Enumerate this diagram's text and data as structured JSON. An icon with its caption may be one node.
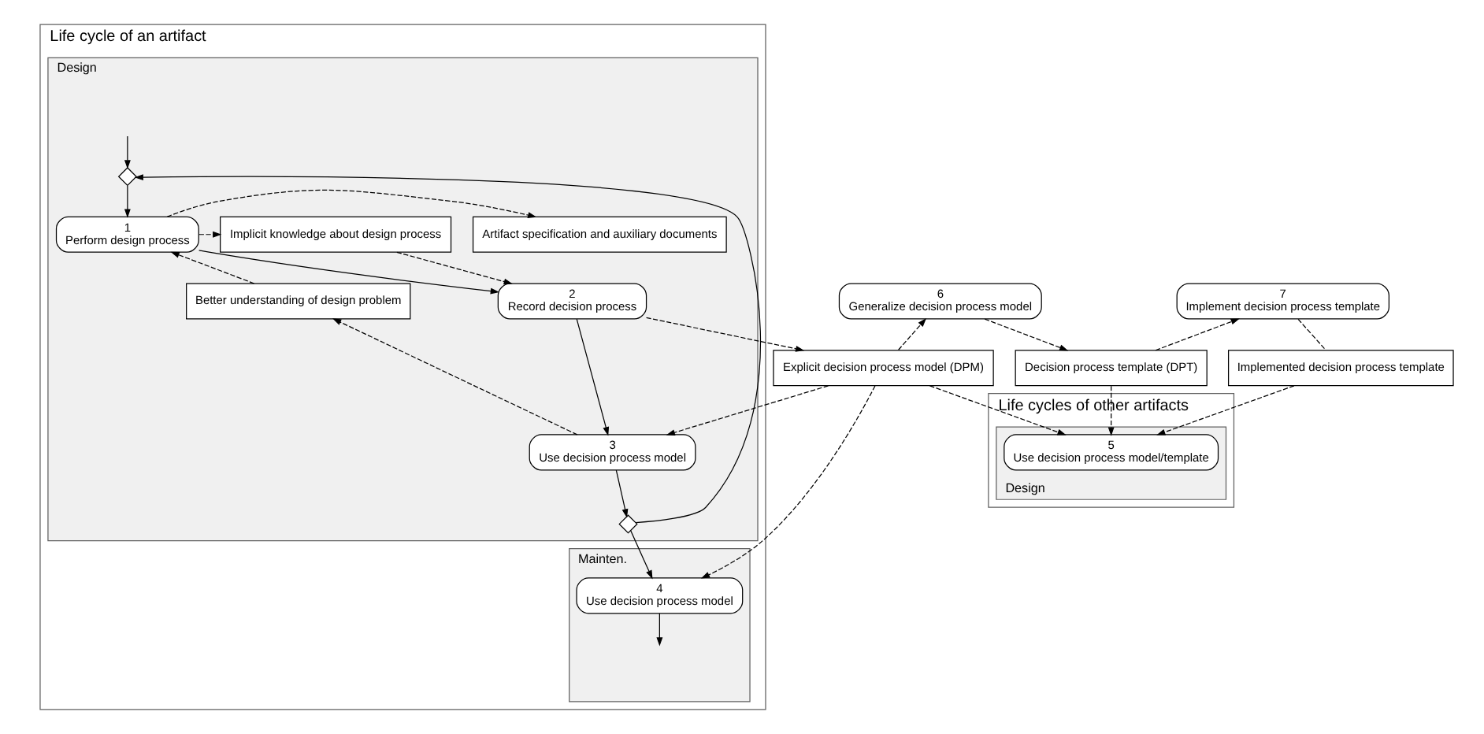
{
  "diagram": {
    "nodes": [
      {
        "text": [
          "Life cycle of an artifact"
        ]
      },
      {
        "text": [
          "Design"
        ],
        "in": 0
      },
      {
        "text": [
          "Mainten."
        ],
        "in": 0
      },
      {
        "text": [],
        "shape": "diamond",
        "in": 1
      },
      {
        "text": [
          "Artifact specification and auxiliary documents"
        ],
        "in": 1
      },
      {
        "text": [
          "1",
          "Perform design process"
        ],
        "in": 1
      },
      {
        "text": [
          "Implicit knowledge about design process"
        ],
        "in": 1
      },
      {
        "text": [
          "Better understanding of design problem"
        ],
        "in": 1
      },
      {
        "text": [
          "2",
          "Record decision process"
        ],
        "in": 1
      },
      {
        "text": [
          "3",
          "Use decision process model"
        ],
        "in": 1
      },
      {
        "text": [],
        "shape": "diamond",
        "in": 1
      },
      {
        "text": [
          "4",
          "Use decision process model"
        ],
        "in": 2
      },
      {
        "text": [
          "6",
          "Generalize decision process model"
        ]
      },
      {
        "text": [
          "7",
          "Implement decision process template"
        ]
      },
      {
        "text": [
          "Explicit decision process model (DPM)"
        ]
      },
      {
        "text": [
          "Decision process template (DPT)"
        ]
      },
      {
        "text": [
          "Implemented decision process template"
        ]
      },
      {
        "text": [
          "Life cycles of other artifacts"
        ]
      },
      {
        "text": [
          "Design"
        ],
        "in": 17
      },
      {
        "text": [
          "5",
          "Use decision process model/template"
        ],
        "in": 18
      }
    ],
    "edges": [
      {
        "from": null,
        "to": 3,
        "arrow": "to"
      },
      {
        "from": 3,
        "to": 5,
        "arrow": "to"
      },
      {
        "from": 5,
        "to": 4,
        "arrow": "to",
        "style": "dashed"
      },
      {
        "from": 5,
        "to": 6,
        "arrow": "to",
        "style": "dashed"
      },
      {
        "from": 6,
        "to": 8,
        "arrow": "to",
        "style": "dashed"
      },
      {
        "from": 7,
        "to": 5,
        "arrow": "to",
        "style": "dashed"
      },
      {
        "from": 5,
        "to": 8,
        "arrow": "to"
      },
      {
        "from": 8,
        "to": 14,
        "arrow": "to",
        "style": "dashed"
      },
      {
        "from": 8,
        "to": 9,
        "arrow": "to"
      },
      {
        "from": 14,
        "to": 9,
        "arrow": "to",
        "style": "dashed"
      },
      {
        "from": 9,
        "to": 7,
        "arrow": "to",
        "style": "dashed"
      },
      {
        "from": 9,
        "to": 10,
        "arrow": "to"
      },
      {
        "from": 10,
        "to": 3,
        "arrow": "to"
      },
      {
        "from": 10,
        "to": 11,
        "arrow": "to"
      },
      {
        "from": 14,
        "to": 11,
        "arrow": "to",
        "style": "dashed"
      },
      {
        "from": 11,
        "to": null,
        "arrow": "to"
      },
      {
        "from": 14,
        "to": 12,
        "arrow": "to",
        "style": "dashed"
      },
      {
        "from": 12,
        "to": 15,
        "arrow": "to",
        "style": "dashed"
      },
      {
        "from": 15,
        "to": 13,
        "arrow": "to",
        "style": "dashed"
      },
      {
        "from": 13,
        "to": 16,
        "arrow": "none",
        "style": "dashed"
      },
      {
        "from": 14,
        "to": 19,
        "arrow": "to",
        "style": "dashed"
      },
      {
        "from": 15,
        "to": 19,
        "arrow": "to",
        "style": "dashed"
      },
      {
        "from": 16,
        "to": 19,
        "arrow": "to",
        "style": "dashed"
      }
    ]
  }
}
